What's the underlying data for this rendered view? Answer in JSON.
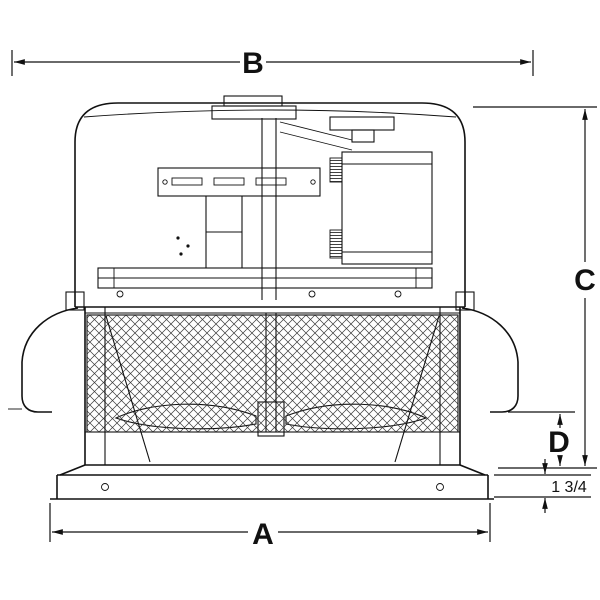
{
  "drawing": {
    "background_color": "#ffffff",
    "line_color": "#111111",
    "labels": {
      "overall_width": "B",
      "overall_height": "C",
      "flange_height": "D",
      "base_width": "A",
      "base_flange_height": "1 3/4"
    }
  }
}
